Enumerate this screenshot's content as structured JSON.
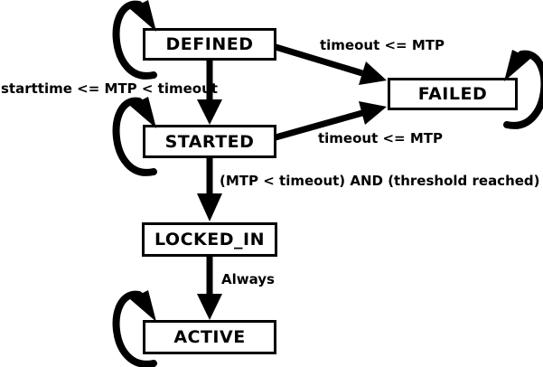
{
  "diagram": {
    "colors": {
      "background": "#ffffff",
      "line": "#000000",
      "state_fill": "#ffffff",
      "text": "#000000"
    },
    "states": [
      {
        "label": "DEFINED",
        "self_loop": true
      },
      {
        "label": "FAILED",
        "self_loop": true
      },
      {
        "label": "STARTED",
        "self_loop": true
      },
      {
        "label": "LOCKED_IN",
        "self_loop": false
      },
      {
        "label": "ACTIVE",
        "self_loop": true
      }
    ],
    "transitions": [
      {
        "from": "DEFINED",
        "to": "FAILED",
        "label": "timeout <= MTP"
      },
      {
        "from": "DEFINED",
        "to": "STARTED",
        "label": "starttime <= MTP < timeout"
      },
      {
        "from": "STARTED",
        "to": "FAILED",
        "label": "timeout <= MTP"
      },
      {
        "from": "STARTED",
        "to": "LOCKED_IN",
        "label": "(MTP < timeout) AND (threshold reached)"
      },
      {
        "from": "LOCKED_IN",
        "to": "ACTIVE",
        "label": "Always"
      }
    ]
  }
}
